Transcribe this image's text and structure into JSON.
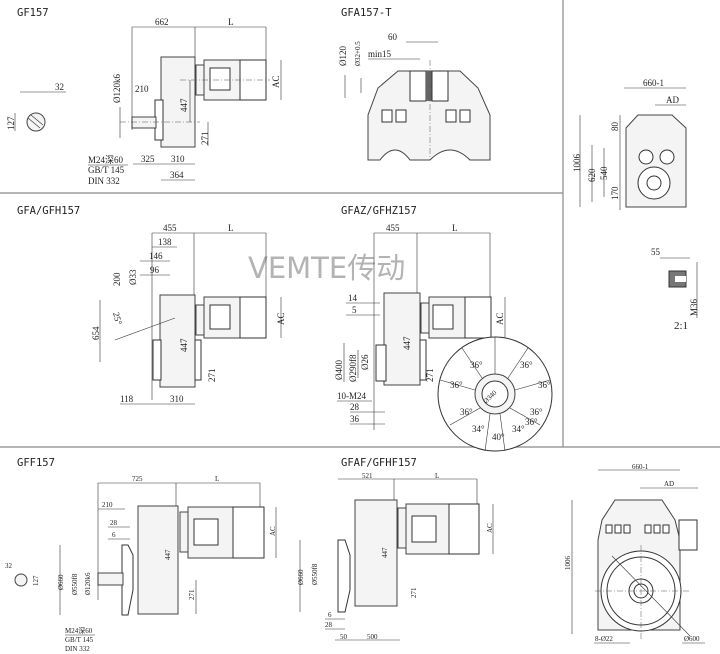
{
  "watermark": "VEMTE传动",
  "panels": {
    "gf": {
      "title": "GF157",
      "dims": {
        "d662": "662",
        "L": "L",
        "AC": "AC",
        "d120": "Ø120k6",
        "d210": "210",
        "d447": "447",
        "d271": "271",
        "d325": "325",
        "d310": "310",
        "d364": "364",
        "d32": "32",
        "d127": "127"
      },
      "notes": [
        "M24深60",
        "GB/T 145",
        "DIN 332"
      ]
    },
    "gfa_t": {
      "title": "GFA157-T",
      "dims": {
        "d60": "60",
        "min15": "min15",
        "d120": "Ø120",
        "d32": "Ø32+0.5"
      }
    },
    "side_top": {
      "dims": {
        "d660": "660-1",
        "AD": "AD",
        "d1006": "1006",
        "d620": "620",
        "d540": "540",
        "d80": "80",
        "d170": "170"
      },
      "detail": {
        "d55": "55",
        "m36": "M36",
        "scale": "2:1"
      }
    },
    "gfa": {
      "title": "GFA/GFH157",
      "dims": {
        "d455": "455",
        "L": "L",
        "d138": "138",
        "d146": "146",
        "d96": "96",
        "d200": "200",
        "d33": "Ø33",
        "d654": "654",
        "angle": "25°",
        "AC": "AC",
        "d447": "447",
        "d271": "271",
        "d118": "118",
        "d310": "310"
      }
    },
    "gfaz": {
      "title": "GFAZ/GFHZ157",
      "dims": {
        "d455": "455",
        "L": "L",
        "d14": "14",
        "d5": "5",
        "AC": "AC",
        "d447": "447",
        "d400": "Ø400",
        "d290": "Ø290f8",
        "d26": "Ø26",
        "d271": "271",
        "m24": "10-M24",
        "d28": "28",
        "d36": "36",
        "d340": "Ø340"
      },
      "angles": [
        "36°",
        "36°",
        "36°",
        "36°",
        "36°",
        "36°",
        "34°",
        "40°",
        "34°",
        "36°"
      ]
    },
    "gff": {
      "title": "GFF157",
      "dims": {
        "d725": "725",
        "L": "L",
        "d210": "210",
        "d28": "28",
        "d6": "6",
        "d660": "Ø660",
        "d550": "Ø550f8",
        "d120": "Ø120k6",
        "AC": "AC",
        "d447": "447",
        "d271": "271",
        "d32": "32",
        "d127": "127"
      },
      "notes": [
        "M24深60",
        "GB/T 145",
        "DIN 332"
      ]
    },
    "gfaf": {
      "title": "GFAF/GFHF157",
      "dims": {
        "d521": "521",
        "L": "L",
        "AC": "AC",
        "d447": "447",
        "d271": "271",
        "d660": "Ø660",
        "d550": "Ø550f8",
        "d6": "6",
        "d28": "28",
        "d50": "50",
        "d500": "500"
      }
    },
    "side_bottom": {
      "dims": {
        "d660": "660-1",
        "AD": "AD",
        "d1006": "1006",
        "holes": "8-Ø22",
        "d600": "Ø600"
      }
    }
  }
}
